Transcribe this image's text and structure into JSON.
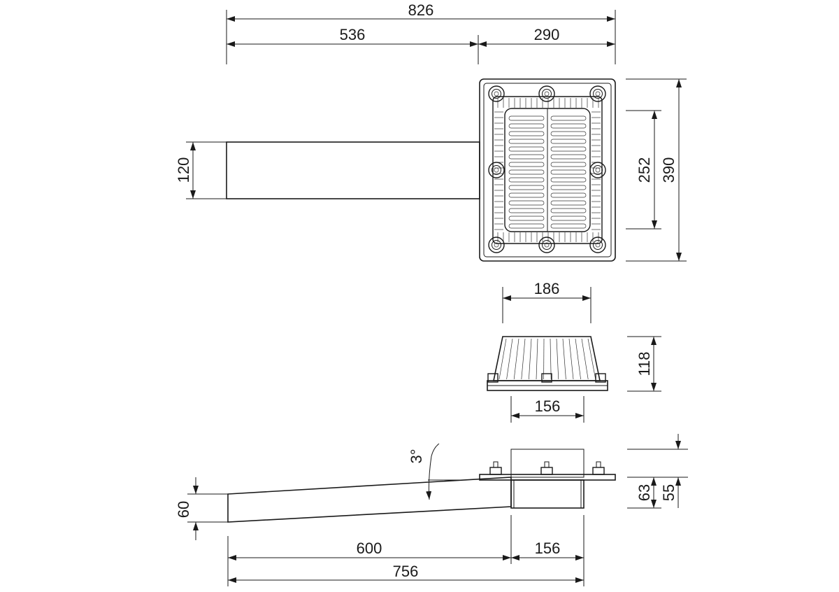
{
  "plan_view": {
    "dim_total_length": "826",
    "dim_pipe_length": "536",
    "dim_body_width": "290",
    "dim_pipe_width": "120",
    "dim_grate_height": "252",
    "dim_body_height": "390"
  },
  "front_view": {
    "dim_top_width": "186",
    "dim_height": "118",
    "dim_base_width": "156"
  },
  "side_view": {
    "dim_slope_angle": "3°",
    "dim_outlet_height": "60",
    "dim_flange_height_a": "63",
    "dim_flange_height_b": "55",
    "dim_pipe_run": "600",
    "dim_body_length": "156",
    "dim_overall_length": "756"
  },
  "colors": {
    "line": "#1a1a1a",
    "background": "#ffffff"
  }
}
